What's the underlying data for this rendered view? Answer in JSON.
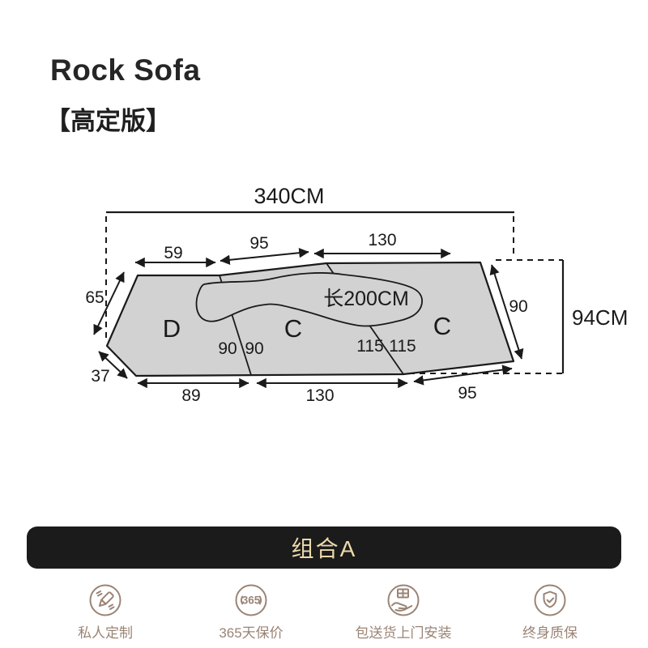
{
  "header": {
    "title": "Rock Sofa",
    "subtitle": "【高定版】"
  },
  "diagram": {
    "overall_width": "340CM",
    "overall_depth": "94CM",
    "cushion_length": "长200CM",
    "sections": {
      "left": "D",
      "middle": "C",
      "right": "C"
    },
    "dims": {
      "top_left": "59",
      "top_middle": "95",
      "top_right": "130",
      "left_upper": "65",
      "left_lower": "37",
      "right_edge": "90",
      "bottom_left": "89",
      "bottom_middle": "130",
      "bottom_right": "95",
      "seam1_left": "90",
      "seam1_right": "90",
      "seam2_left": "115",
      "seam2_right": "115"
    },
    "colors": {
      "sofa_fill": "#d2d2d2",
      "line": "#1a1a1a"
    }
  },
  "banner": {
    "label": "组合A",
    "bg": "#1b1b1b",
    "text_color": "#ecd9ab"
  },
  "footer": {
    "accent": "#9a8475",
    "items": [
      {
        "icon": "pencil-icon",
        "label": "私人定制"
      },
      {
        "icon": "badge-365-icon",
        "badge": "365",
        "label": "365天保价"
      },
      {
        "icon": "delivery-hand-icon",
        "label": "包送货上门安装"
      },
      {
        "icon": "shield-check-icon",
        "label": "终身质保"
      }
    ]
  }
}
